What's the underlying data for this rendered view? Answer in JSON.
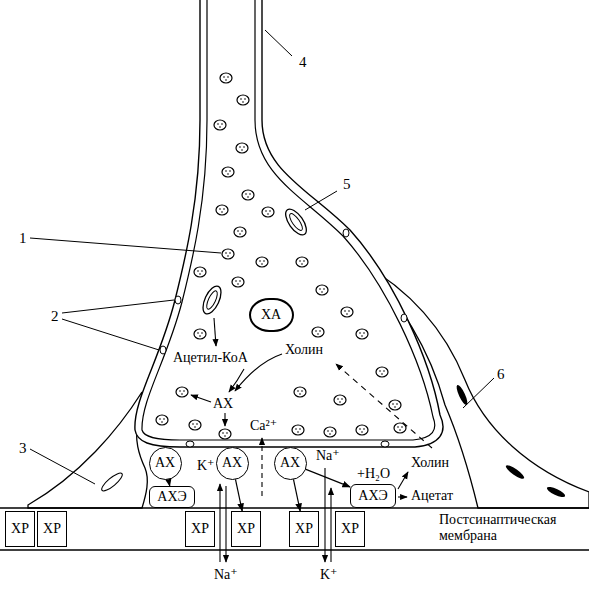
{
  "diagram": {
    "nodes": [
      {
        "text": [
          "ХА"
        ]
      },
      {
        "text": [
          "АХ"
        ]
      },
      {
        "text": [
          "АХ"
        ]
      },
      {
        "text": [
          "АХ"
        ]
      },
      {
        "text": [
          "АХЭ"
        ]
      },
      {
        "text": [
          "АХЭ"
        ]
      },
      {
        "text": [
          "ХР"
        ]
      },
      {
        "text": [
          "ХР"
        ]
      },
      {
        "text": [
          "ХР"
        ]
      },
      {
        "text": [
          "ХР"
        ]
      },
      {
        "text": [
          "ХР"
        ]
      },
      {
        "text": [
          "ХР"
        ]
      }
    ],
    "edges": [
      {
        "from": 1,
        "to": 4,
        "arrow": "to"
      },
      {
        "from": 2,
        "to": 9,
        "arrow": "to"
      },
      {
        "from": 3,
        "to": 10,
        "arrow": "to"
      },
      {
        "from": 3,
        "to": 5,
        "arrow": "to"
      }
    ],
    "labels": [
      "1",
      "2",
      "3",
      "4",
      "5",
      "6",
      "Ацетил-КоА",
      "Холин",
      "АХ",
      "Ca²⁺",
      "K⁺",
      "Na⁺",
      "Na⁺",
      "K⁺",
      "+H₂O",
      "Холин",
      "Ацетат",
      "Постсинаптическая мембрана"
    ]
  }
}
